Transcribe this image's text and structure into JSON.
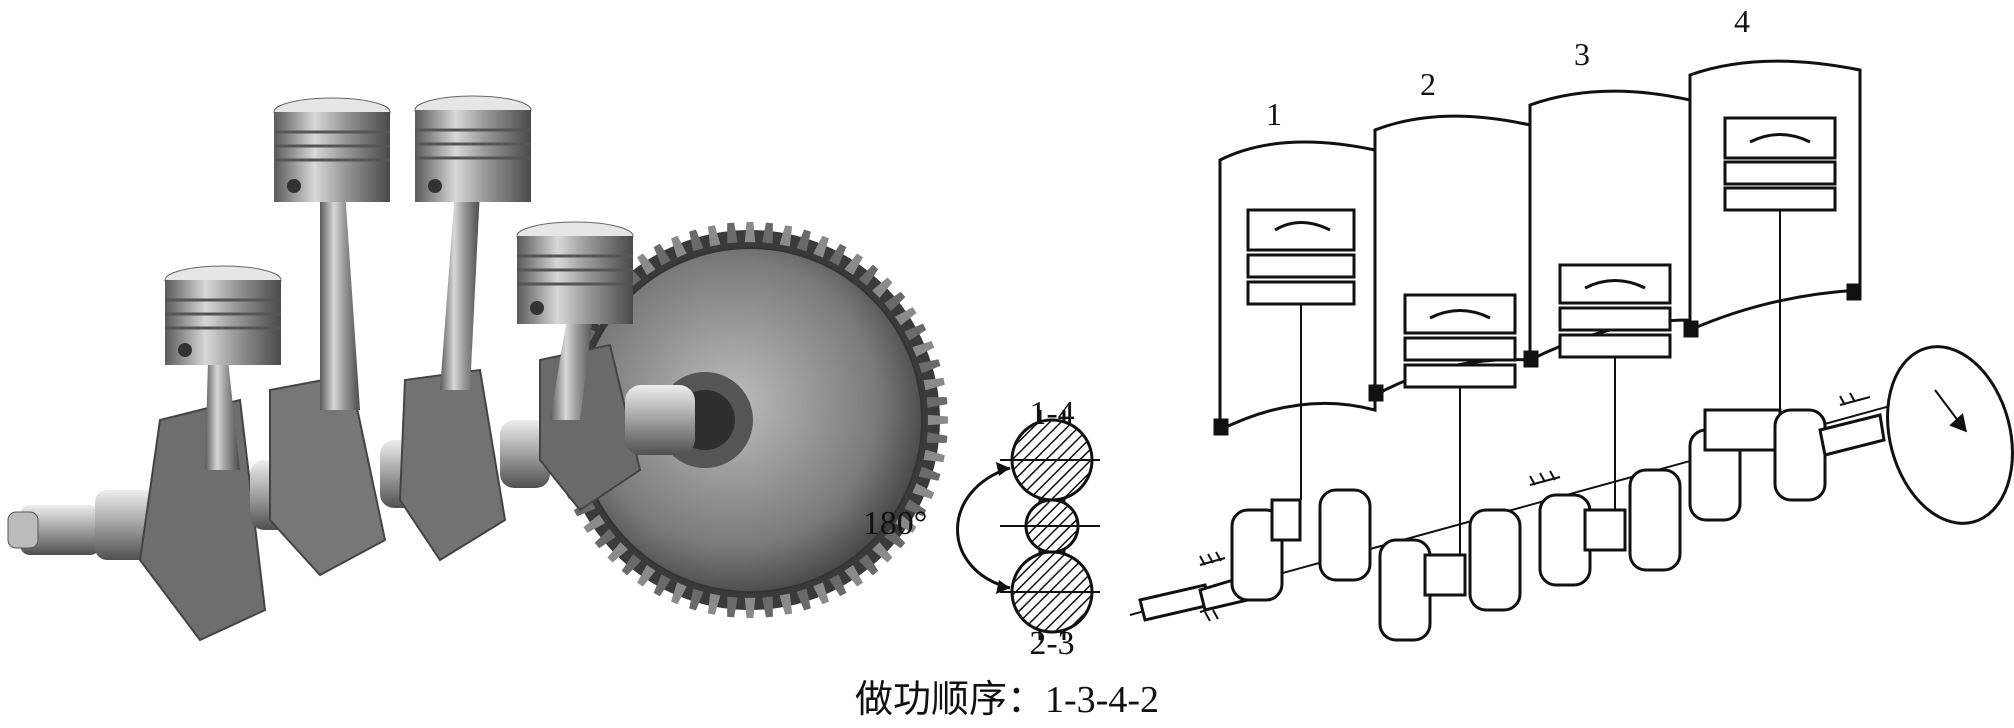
{
  "cylinder_numbers": [
    "1",
    "2",
    "3",
    "4"
  ],
  "phase_diagram": {
    "top_label": "1-4",
    "bottom_label": "2-3",
    "angle_label": "180°"
  },
  "caption": {
    "prefix": "做功顺序：",
    "order": "1-3-4-2"
  },
  "illustrations": {
    "left": "crankshaft-piston-assembly",
    "right": "crankshaft-cylinder-schematic"
  }
}
